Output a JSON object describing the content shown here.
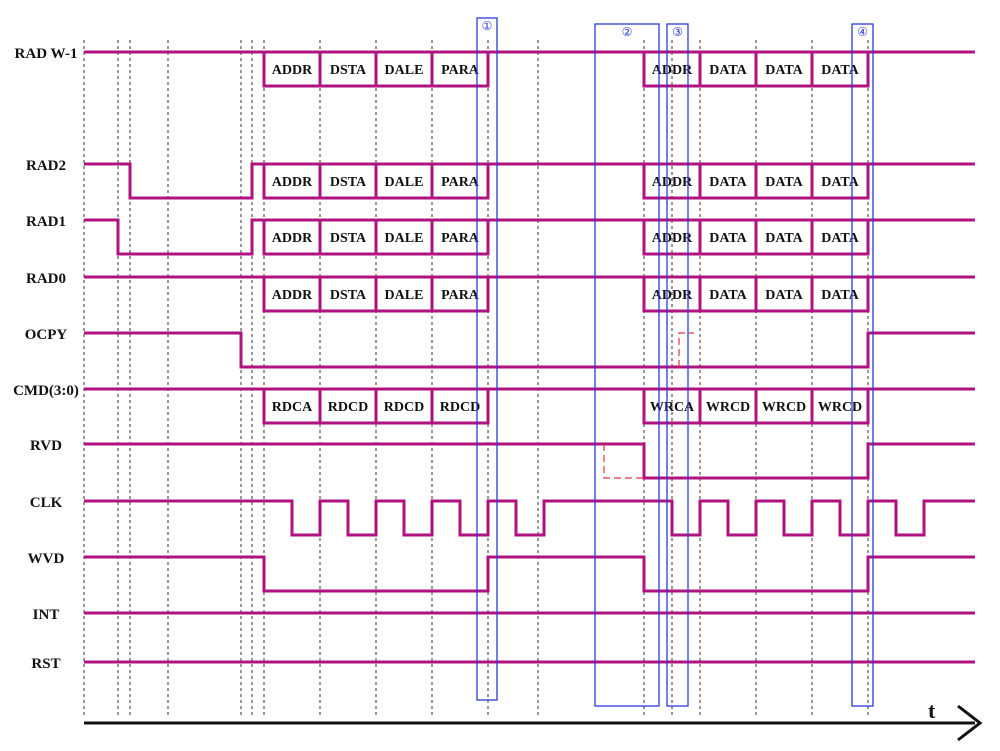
{
  "signals": [
    {
      "name": "RAD W-1",
      "kind": "bus",
      "cells": [
        "ADDR",
        "DSTA",
        "DALE",
        "PARA"
      ],
      "cells2": [
        "ADDR",
        "DATA",
        "DATA",
        "DATA"
      ]
    },
    {
      "name": "RAD2",
      "kind": "bus-with-dip",
      "cells": [
        "ADDR",
        "DSTA",
        "DALE",
        "PARA"
      ],
      "cells2": [
        "ADDR",
        "DATA",
        "DATA",
        "DATA"
      ]
    },
    {
      "name": "RAD1",
      "kind": "bus-with-dip",
      "cells": [
        "ADDR",
        "DSTA",
        "DALE",
        "PARA"
      ],
      "cells2": [
        "ADDR",
        "DATA",
        "DATA",
        "DATA"
      ]
    },
    {
      "name": "RAD0",
      "kind": "bus",
      "cells": [
        "ADDR",
        "DSTA",
        "DALE",
        "PARA"
      ],
      "cells2": [
        "ADDR",
        "DATA",
        "DATA",
        "DATA"
      ]
    },
    {
      "name": "OCPY",
      "kind": "level"
    },
    {
      "name": "CMD(3:0)",
      "kind": "bus",
      "cells": [
        "RDCA",
        "RDCD",
        "RDCD",
        "RDCD"
      ],
      "cells2": [
        "WRCA",
        "WRCD",
        "WRCD",
        "WRCD"
      ]
    },
    {
      "name": "RVD",
      "kind": "level"
    },
    {
      "name": "CLK",
      "kind": "clock"
    },
    {
      "name": "WVD",
      "kind": "level"
    },
    {
      "name": "INT",
      "kind": "flat"
    },
    {
      "name": "RST",
      "kind": "flat"
    }
  ],
  "markers": [
    "①",
    "②",
    "③",
    "④"
  ],
  "axis_label": "t",
  "colors": {
    "signal": "#b0127f",
    "marker": "#2b3bd6",
    "annotation": "#e0343a",
    "guide": "#333333"
  }
}
